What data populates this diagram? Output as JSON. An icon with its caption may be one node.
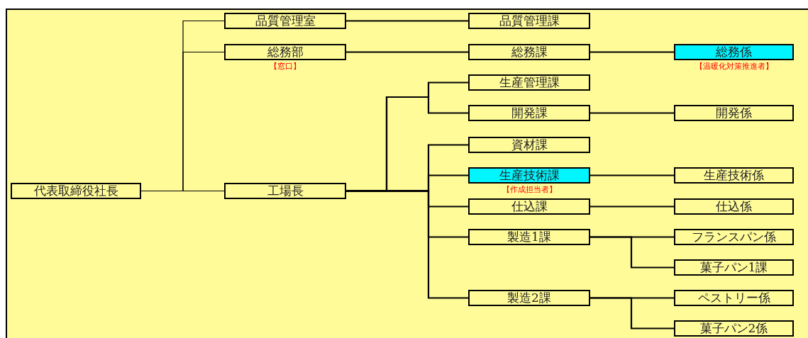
{
  "diagram": {
    "nodes": [
      {
        "text": [
          "代表取締役社長"
        ]
      },
      {
        "text": [
          "品質管理室"
        ]
      },
      {
        "text": [
          "総務部"
        ],
        "beside": [
          "【窓口】"
        ]
      },
      {
        "text": [
          "工場長"
        ]
      },
      {
        "text": [
          "品質管理課"
        ]
      },
      {
        "text": [
          "総務課"
        ]
      },
      {
        "text": [
          "総務係"
        ],
        "beside": [
          "【温暖化対策推進者】"
        ]
      },
      {
        "text": [
          "生産管理課"
        ]
      },
      {
        "text": [
          "開発課"
        ]
      },
      {
        "text": [
          "開発係"
        ]
      },
      {
        "text": [
          "資材課"
        ]
      },
      {
        "text": [
          "生産技術課"
        ],
        "beside": [
          "【作成担当者】"
        ]
      },
      {
        "text": [
          "生産技術係"
        ]
      },
      {
        "text": [
          "仕込課"
        ]
      },
      {
        "text": [
          "仕込係"
        ]
      },
      {
        "text": [
          "製造1課"
        ]
      },
      {
        "text": [
          "フランスパン係"
        ]
      },
      {
        "text": [
          "菓子パン1課"
        ]
      },
      {
        "text": [
          "製造2課"
        ]
      },
      {
        "text": [
          "ペストリー係"
        ]
      },
      {
        "text": [
          "菓子パン2係"
        ]
      }
    ],
    "edges": [
      {
        "from": 0,
        "to": 1,
        "arrow": "none"
      },
      {
        "from": 0,
        "to": 2,
        "arrow": "none"
      },
      {
        "from": 0,
        "to": 3,
        "arrow": "none"
      },
      {
        "from": 1,
        "to": 4,
        "arrow": "none"
      },
      {
        "from": 2,
        "to": 5,
        "arrow": "none"
      },
      {
        "from": 5,
        "to": 6,
        "arrow": "none"
      },
      {
        "from": 3,
        "to": 7,
        "arrow": "none"
      },
      {
        "from": 3,
        "to": 8,
        "arrow": "none"
      },
      {
        "from": 3,
        "to": 10,
        "arrow": "none"
      },
      {
        "from": 3,
        "to": 11,
        "arrow": "none"
      },
      {
        "from": 3,
        "to": 13,
        "arrow": "none"
      },
      {
        "from": 3,
        "to": 15,
        "arrow": "none"
      },
      {
        "from": 3,
        "to": 18,
        "arrow": "none"
      },
      {
        "from": 8,
        "to": 9,
        "arrow": "none"
      },
      {
        "from": 11,
        "to": 12,
        "arrow": "none"
      },
      {
        "from": 13,
        "to": 14,
        "arrow": "none"
      },
      {
        "from": 15,
        "to": 16,
        "arrow": "none"
      },
      {
        "from": 15,
        "to": 17,
        "arrow": "none"
      },
      {
        "from": 18,
        "to": 19,
        "arrow": "none"
      },
      {
        "from": 18,
        "to": 20,
        "arrow": "none"
      }
    ]
  }
}
